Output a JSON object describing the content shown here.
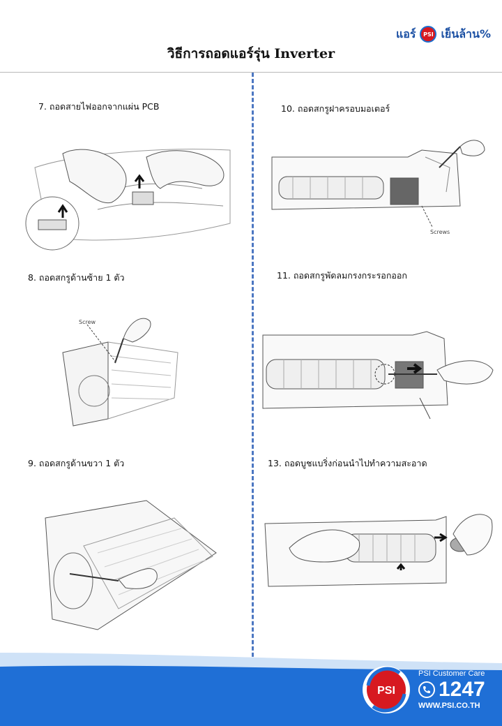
{
  "header": {
    "logo_left": "แอร์",
    "logo_badge": "PSI",
    "logo_right": "เย็นล้าน%",
    "title": "วิธีการถอดแอร์รุ่น Inverter"
  },
  "steps": {
    "s7": "7. ถอดสายไฟออกจากแผ่น PCB",
    "s8": "8. ถอดสกรูด้านซ้าย 1 ตัว",
    "s9": "9. ถอดสกรูด้านขวา 1 ตัว",
    "s10": "10. ถอดสกรูฝาครอบมอเตอร์",
    "s11": "11. ถอดสกรูพัดลมกรงกระรอกออก",
    "s13": "13. ถอดบูชแบริ่งก่อนนำไปทำความสะอาด"
  },
  "illustration_labels": {
    "screws": "Screws",
    "screw": "Screw"
  },
  "footer": {
    "care_label": "PSI Customer Care",
    "care_number": "1247",
    "care_web": "WWW.PSI.CO.TH",
    "badge": "PSI"
  },
  "colors": {
    "brand_blue": "#1a4fa3",
    "brand_red": "#d71920",
    "divider_blue": "#4c77c2",
    "wave_blue": "#1f6fd6"
  }
}
